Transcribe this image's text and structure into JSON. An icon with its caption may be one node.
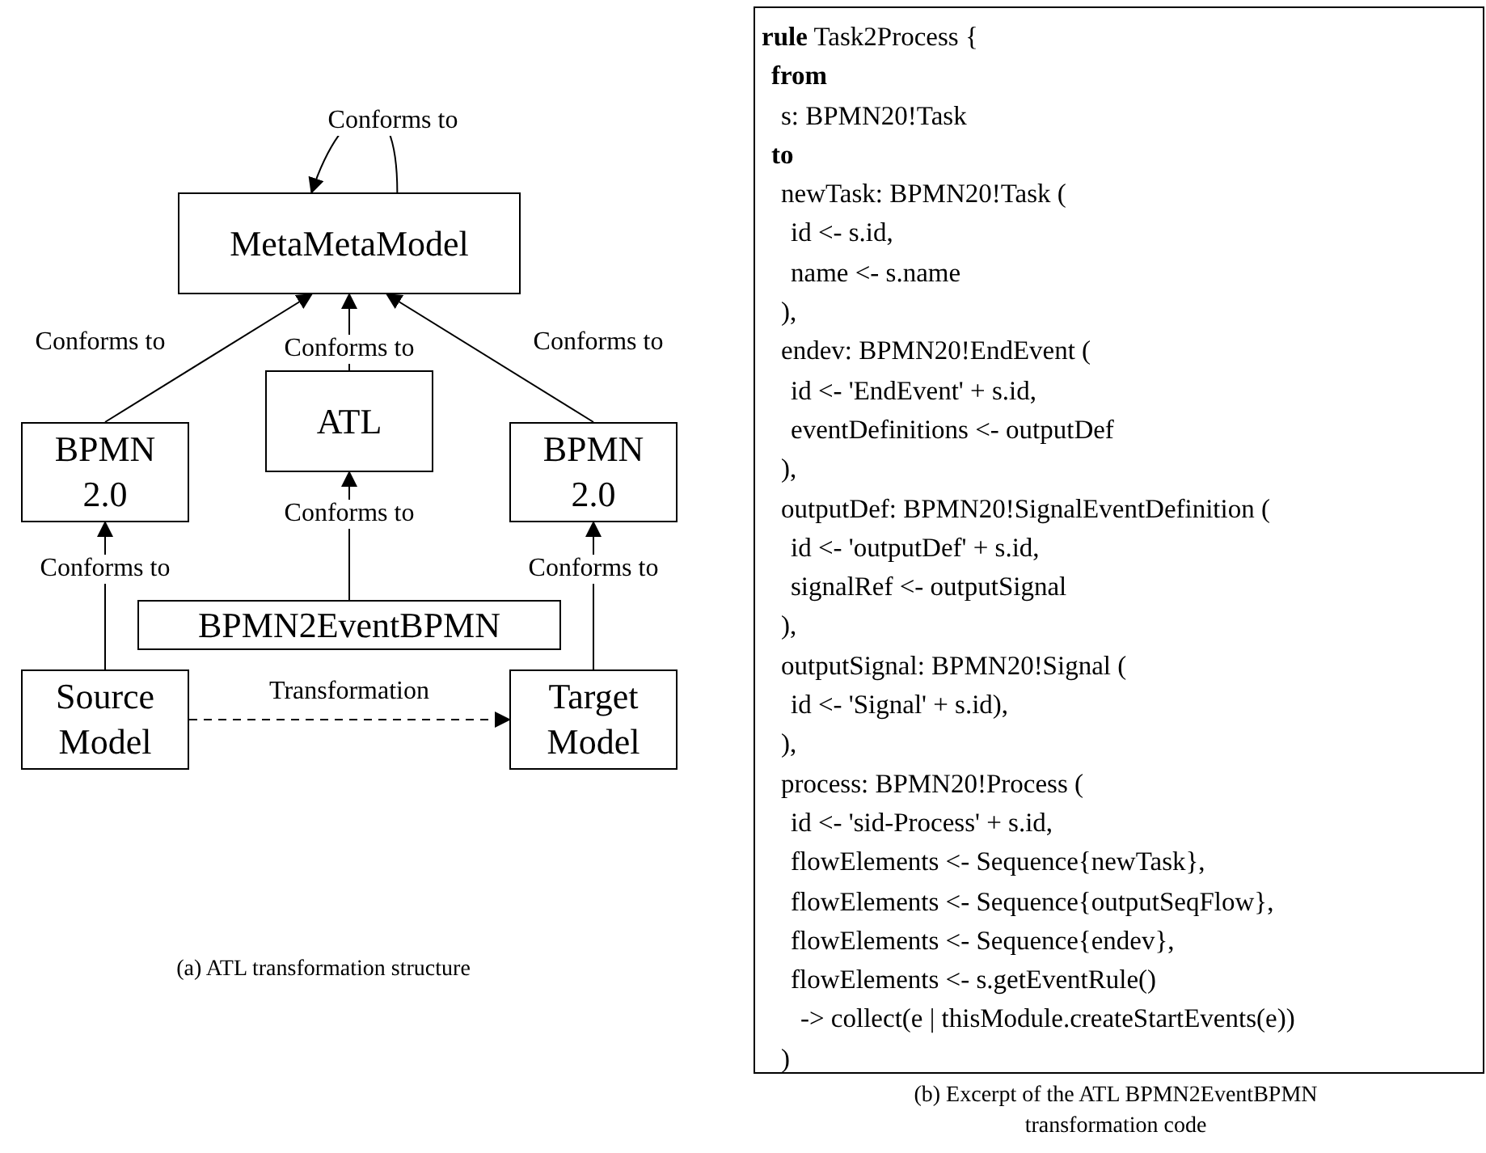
{
  "diagram": {
    "nodes": [
      {
        "text": [
          "MetaMetaModel"
        ]
      },
      {
        "text": [
          "BPMN 2.0"
        ]
      },
      {
        "text": [
          "ATL"
        ]
      },
      {
        "text": [
          "BPMN 2.0"
        ]
      },
      {
        "text": [
          "BPMN2EventBPMN"
        ]
      },
      {
        "text": [
          "Source Model"
        ]
      },
      {
        "text": [
          "Target Model"
        ]
      },
      {
        "text": [
          "**rule** Task2Process {",
          "**from**",
          "s: BPMN20!Task",
          "**to**",
          "newTask: BPMN20!Task (",
          "id <- s.id,",
          "name <- s.name",
          "),",
          "endev: BPMN20!EndEvent (",
          "id <- 'EndEvent' + s.id,",
          "eventDefinitions <- outputDef",
          "),",
          "outputDef: BPMN20!SignalEventDefinition (",
          "id <- 'outputDef' + s.id,",
          "signalRef <- outputSignal",
          "),",
          "outputSignal: BPMN20!Signal (",
          "id <- 'Signal' + s.id),",
          "),",
          "process: BPMN20!Process (",
          "id <- 'sid-Process' + s.id,",
          "flowElements <- Sequence{newTask},",
          "flowElements <- Sequence{outputSeqFlow},",
          "flowElements <- Sequence{endev},",
          "flowElements <- s.getEventRule()",
          "-> collect(e | thisModule.createStartEvents(e))",
          ")"
        ]
      }
    ],
    "edges": [
      {
        "from": 0,
        "to": 0,
        "arrow": "to",
        "label": "Conforms to"
      },
      {
        "from": 1,
        "to": 0,
        "arrow": "to",
        "label": "Conforms to"
      },
      {
        "from": 2,
        "to": 0,
        "arrow": "to",
        "label": "Conforms to"
      },
      {
        "from": 3,
        "to": 0,
        "arrow": "to",
        "label": "Conforms to"
      },
      {
        "from": 5,
        "to": 1,
        "arrow": "to",
        "label": "Conforms to"
      },
      {
        "from": 4,
        "to": 2,
        "arrow": "to",
        "label": "Conforms to"
      },
      {
        "from": 6,
        "to": 3,
        "arrow": "to",
        "label": "Conforms to"
      },
      {
        "from": 5,
        "to": 6,
        "arrow": "to",
        "label": "Transformation",
        "style": "dashed"
      }
    ],
    "labels": [
      "(a) ATL transformation structure",
      "(b) Excerpt of the ATL BPMN2EventBPMN transformation code"
    ]
  }
}
